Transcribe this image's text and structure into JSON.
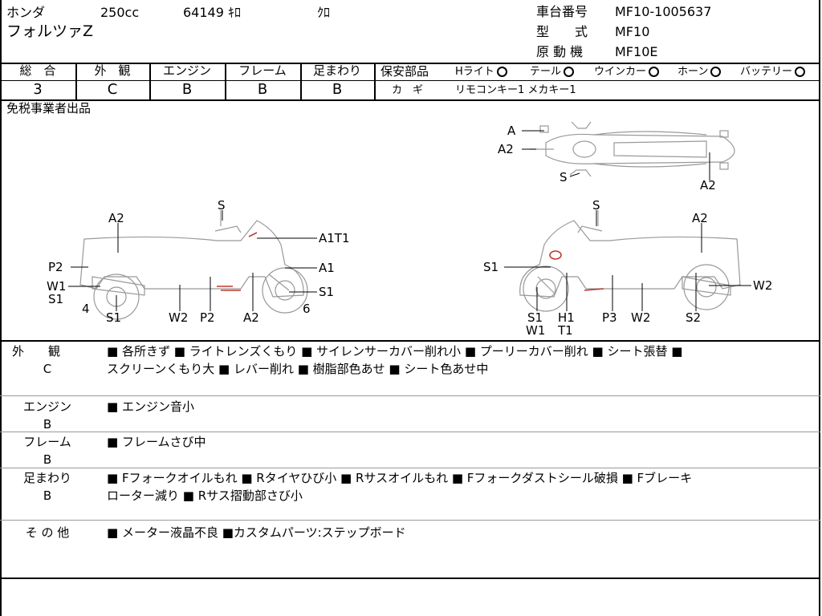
{
  "header": {
    "maker": "ホンダ",
    "displacement": "250cc",
    "mileage": "64149 ｷﾛ",
    "color": "ｸﾛ",
    "model_name": "フォルツァZ",
    "frame_no_label": "車台番号",
    "frame_no": "MF10-1005637",
    "type_label": "型　　式",
    "type_value": "MF10",
    "engine_label": "原 動 機",
    "engine_value": "MF10E"
  },
  "grades": {
    "headers": [
      "総　合",
      "外　観",
      "エンジン",
      "フレーム",
      "足まわり"
    ],
    "values": [
      "3",
      "C",
      "B",
      "B",
      "B"
    ]
  },
  "safety": {
    "label": "保安部品",
    "items": [
      "Hライト",
      "テール",
      "ウインカー",
      "ホーン",
      "バッテリー"
    ],
    "key_label": "カ　ギ",
    "key_value": "リモコンキー1 メカキー1"
  },
  "notice": "免税事業者出品",
  "diagram_labels": {
    "top": [
      "A",
      "A2",
      "S",
      "A2"
    ],
    "left": [
      "A2",
      "S",
      "A1T1",
      "P2",
      "A1",
      "W1",
      "S1",
      "S1",
      "4",
      "6",
      "S1",
      "W2",
      "P2",
      "A2"
    ],
    "right": [
      "S",
      "A2",
      "S1",
      "W2",
      "S1",
      "W1",
      "H1",
      "T1",
      "P3",
      "W2",
      "S2"
    ]
  },
  "sections": [
    {
      "label": "外　　観",
      "grade": "C",
      "lines": [
        "■ 各所きず ■ ライトレンズくもり ■ サイレンサーカバー削れ小 ■ プーリーカバー削れ ■ シート張替 ■",
        "スクリーンくもり大 ■ レバー削れ ■ 樹脂部色あせ ■ シート色あせ中"
      ]
    },
    {
      "label": "エンジン",
      "grade": "B",
      "lines": [
        "■ エンジン音小"
      ]
    },
    {
      "label": "フレーム",
      "grade": "B",
      "lines": [
        "■ フレームさび中"
      ]
    },
    {
      "label": "足まわり",
      "grade": "B",
      "lines": [
        "■ Fフォークオイルもれ ■ Rタイヤひび小 ■ Rサスオイルもれ ■ Fフォークダストシール破損 ■ Fブレーキ",
        "ローター減り ■ Rサス摺動部さび小"
      ]
    },
    {
      "label": "そ の 他",
      "grade": "",
      "lines": [
        "■ メーター液晶不良 ■カスタムパーツ:ステップボード"
      ]
    }
  ]
}
